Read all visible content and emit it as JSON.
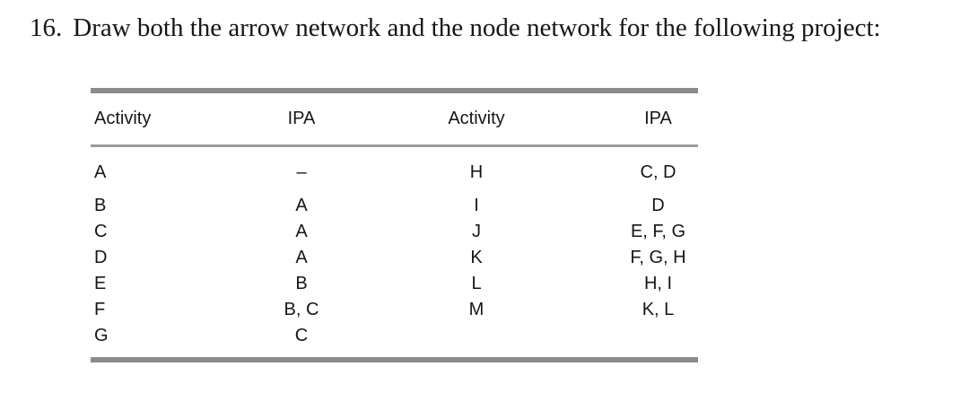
{
  "problem": {
    "number": "16.",
    "statement": "Draw both the arrow network and the node network for the following project:"
  },
  "table": {
    "headers": [
      "Activity",
      "IPA",
      "Activity",
      "IPA"
    ],
    "rows": [
      [
        "A",
        "–",
        "H",
        "C, D"
      ],
      [
        "B",
        "A",
        "I",
        "D"
      ],
      [
        "C",
        "A",
        "J",
        "E, F, G"
      ],
      [
        "D",
        "A",
        "K",
        "F, G, H"
      ],
      [
        "E",
        "B",
        "L",
        "H, I"
      ],
      [
        "F",
        "B, C",
        "M",
        "K, L"
      ],
      [
        "G",
        "C",
        "",
        ""
      ]
    ]
  },
  "colors": {
    "rule_thick": "#8b8b8b",
    "rule_thin": "#9b9b9b",
    "text": "#161616",
    "background": "#ffffff"
  }
}
